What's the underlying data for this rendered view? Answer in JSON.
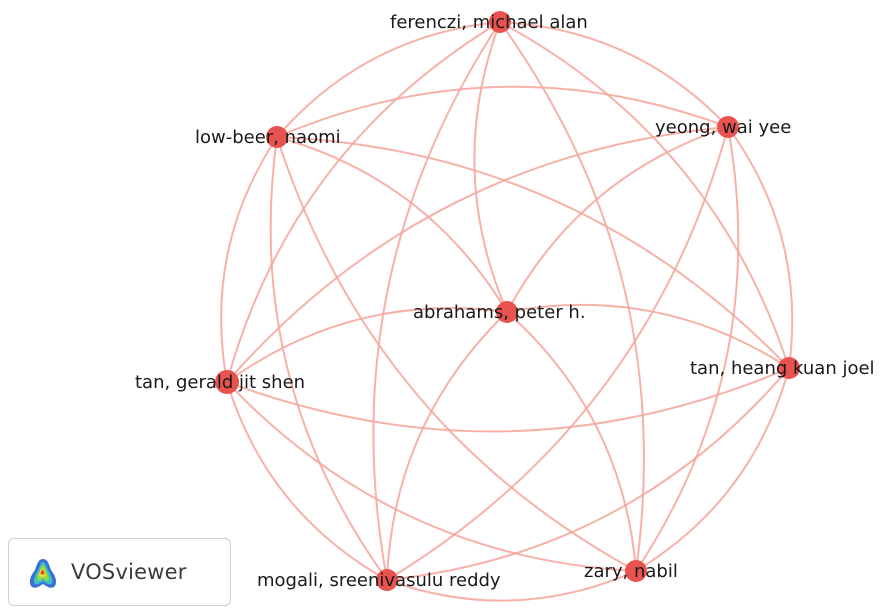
{
  "nodes": [
    {
      "id": "ferenczi",
      "label": "ferenczi, michael alan"
    },
    {
      "id": "low-beer",
      "label": "low-beer, naomi"
    },
    {
      "id": "yeong",
      "label": "yeong, wai yee"
    },
    {
      "id": "abrahams",
      "label": "abrahams, peter h."
    },
    {
      "id": "tan-gerald",
      "label": "tan, gerald jit shen"
    },
    {
      "id": "tan-heang",
      "label": "tan, heang kuan joel"
    },
    {
      "id": "mogali",
      "label": "mogali, sreenivasulu reddy"
    },
    {
      "id": "zary",
      "label": "zary, nabil"
    }
  ],
  "links": [
    [
      "ferenczi",
      "low-beer"
    ],
    [
      "ferenczi",
      "yeong"
    ],
    [
      "ferenczi",
      "abrahams"
    ],
    [
      "ferenczi",
      "tan-gerald"
    ],
    [
      "ferenczi",
      "tan-heang"
    ],
    [
      "ferenczi",
      "mogali"
    ],
    [
      "ferenczi",
      "zary"
    ],
    [
      "low-beer",
      "yeong"
    ],
    [
      "low-beer",
      "abrahams"
    ],
    [
      "low-beer",
      "tan-gerald"
    ],
    [
      "low-beer",
      "tan-heang"
    ],
    [
      "low-beer",
      "mogali"
    ],
    [
      "low-beer",
      "zary"
    ],
    [
      "yeong",
      "abrahams"
    ],
    [
      "yeong",
      "tan-gerald"
    ],
    [
      "yeong",
      "tan-heang"
    ],
    [
      "yeong",
      "mogali"
    ],
    [
      "yeong",
      "zary"
    ],
    [
      "abrahams",
      "tan-gerald"
    ],
    [
      "abrahams",
      "tan-heang"
    ],
    [
      "abrahams",
      "mogali"
    ],
    [
      "abrahams",
      "zary"
    ],
    [
      "tan-gerald",
      "tan-heang"
    ],
    [
      "tan-gerald",
      "mogali"
    ],
    [
      "tan-gerald",
      "zary"
    ],
    [
      "tan-heang",
      "mogali"
    ],
    [
      "tan-heang",
      "zary"
    ],
    [
      "mogali",
      "zary"
    ]
  ],
  "colors": {
    "node": "#e8524f",
    "link": "#f4a49a"
  },
  "logo": {
    "text": "VOSviewer",
    "icon": "vosviewer-heatmap-icon"
  }
}
